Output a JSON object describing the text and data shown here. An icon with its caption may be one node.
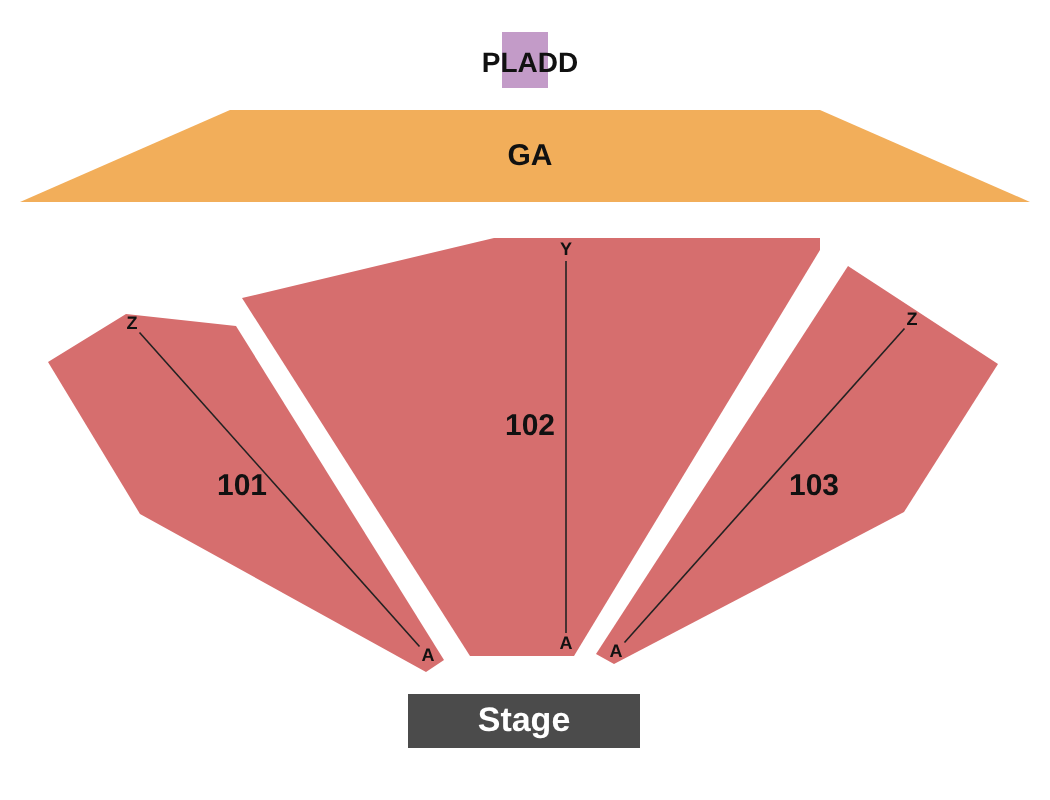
{
  "diagram": {
    "nodes": [
      {
        "text": [
          "PLADD"
        ]
      },
      {
        "text": [
          "GA"
        ]
      },
      {
        "text": [
          "101"
        ]
      },
      {
        "text": [
          "Z"
        ],
        "in": 2
      },
      {
        "text": [
          "A"
        ],
        "in": 2
      },
      {
        "text": [
          "102"
        ]
      },
      {
        "text": [
          "Y"
        ],
        "in": 5
      },
      {
        "text": [
          "A"
        ],
        "in": 5
      },
      {
        "text": [
          "103"
        ]
      },
      {
        "text": [
          "Z"
        ],
        "in": 8
      },
      {
        "text": [
          "A"
        ],
        "in": 8
      },
      {
        "text": [
          "Stage"
        ]
      }
    ],
    "edges": [
      {
        "from": 3,
        "to": 4,
        "arrow": "none"
      },
      {
        "from": 6,
        "to": 7,
        "arrow": "none"
      },
      {
        "from": 9,
        "to": 10,
        "arrow": "none"
      }
    ]
  }
}
